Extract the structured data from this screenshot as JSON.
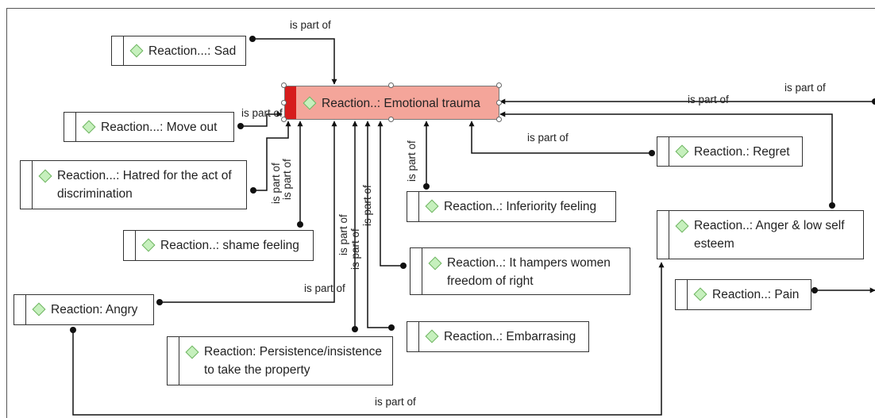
{
  "edge_label": "is part of",
  "nodes": {
    "emotional_trauma": "Reaction..: Emotional trauma",
    "sad": "Reaction...: Sad",
    "move_out": "Reaction...: Move out",
    "hatred": "Reaction...: Hatred for the act of discrimination",
    "shame_feeling": "Reaction..: shame feeling",
    "angry": "Reaction: Angry",
    "persistence": "Reaction: Persistence/insistence to take the property",
    "inferiority_feeling": "Reaction..: Inferiority feeling",
    "it_hampers": "Reaction..: It hampers women freedom of right",
    "embarrasing": "Reaction..: Embarrasing",
    "regret": "Reaction.: Regret",
    "anger_low_self_esteem": "Reaction..: Anger & low self esteem",
    "pain": "Reaction..: Pain"
  },
  "colors": {
    "central_fill": "#f4a59a",
    "central_strip": "#d61c1c",
    "code_diamond": "#c6f0bd",
    "code_diamond_border": "#6cb35f"
  }
}
